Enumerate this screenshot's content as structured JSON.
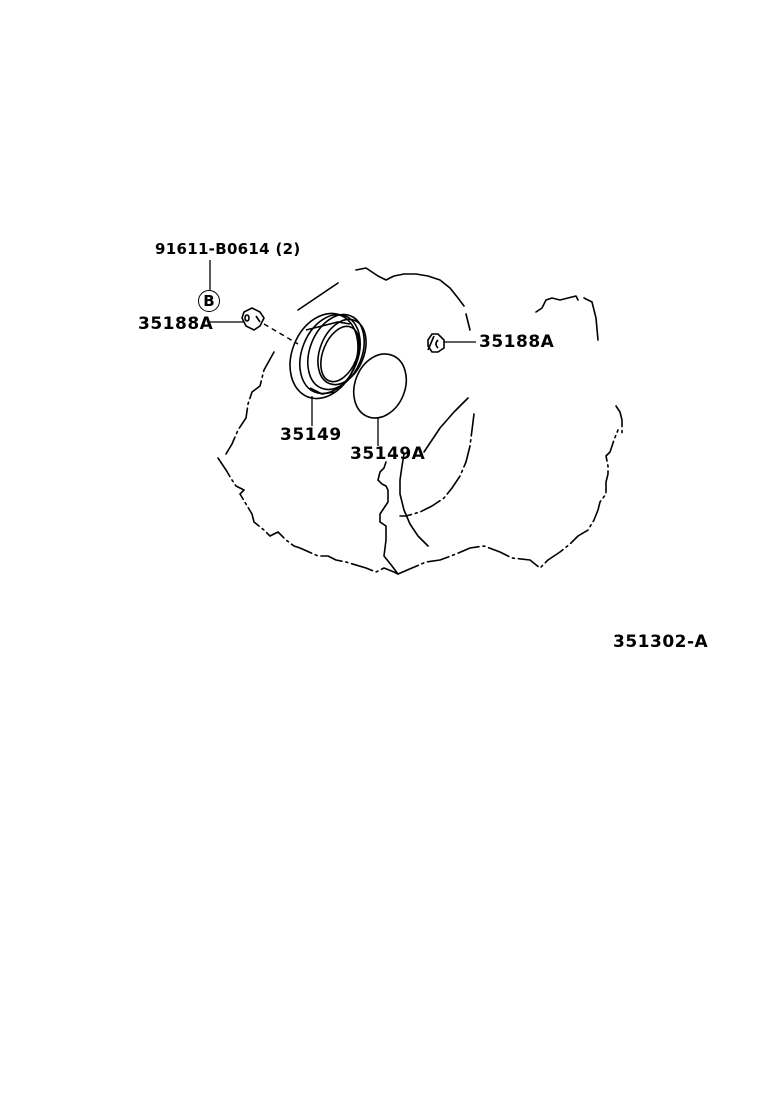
{
  "diagram": {
    "type": "parts-exploded-view",
    "background": "#ffffff",
    "line_color": "#000000",
    "reference_code": "351302-A",
    "callout": {
      "part_number": "91611-B0614",
      "quantity": "(2)",
      "symbol": "B"
    },
    "parts": [
      {
        "id": "bolt-left",
        "label": "35188A"
      },
      {
        "id": "bolt-right",
        "label": "35188A"
      },
      {
        "id": "oil-seal",
        "label": "35149"
      },
      {
        "id": "o-ring",
        "label": "35149A"
      }
    ]
  }
}
